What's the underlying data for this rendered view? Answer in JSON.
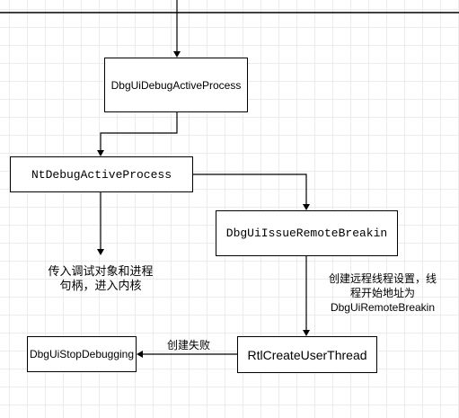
{
  "diagram": {
    "nodes": {
      "debug_active_process": "DbgUiDebugActiveProcess",
      "nt_debug_active_process": "NtDebugActiveProcess",
      "issue_remote_breakin": "DbgUiIssueRemoteBreakin",
      "stop_debugging": "DbgUiStopDebugging",
      "rtl_create_user_thread": "RtlCreateUserThread"
    },
    "labels": {
      "pass_debug_object_line1": "传入调试对象和进程",
      "pass_debug_object_line2": "句柄，进入内核",
      "create_thread_line1": "创建远程线程设置，线",
      "create_thread_line2": "程开始地址为",
      "create_thread_line3": "DbgUiRemoteBreakin",
      "create_failed": "创建失败"
    },
    "colors": {
      "stroke": "#000000",
      "grid": "#ececec",
      "background": "#ffffff"
    }
  }
}
